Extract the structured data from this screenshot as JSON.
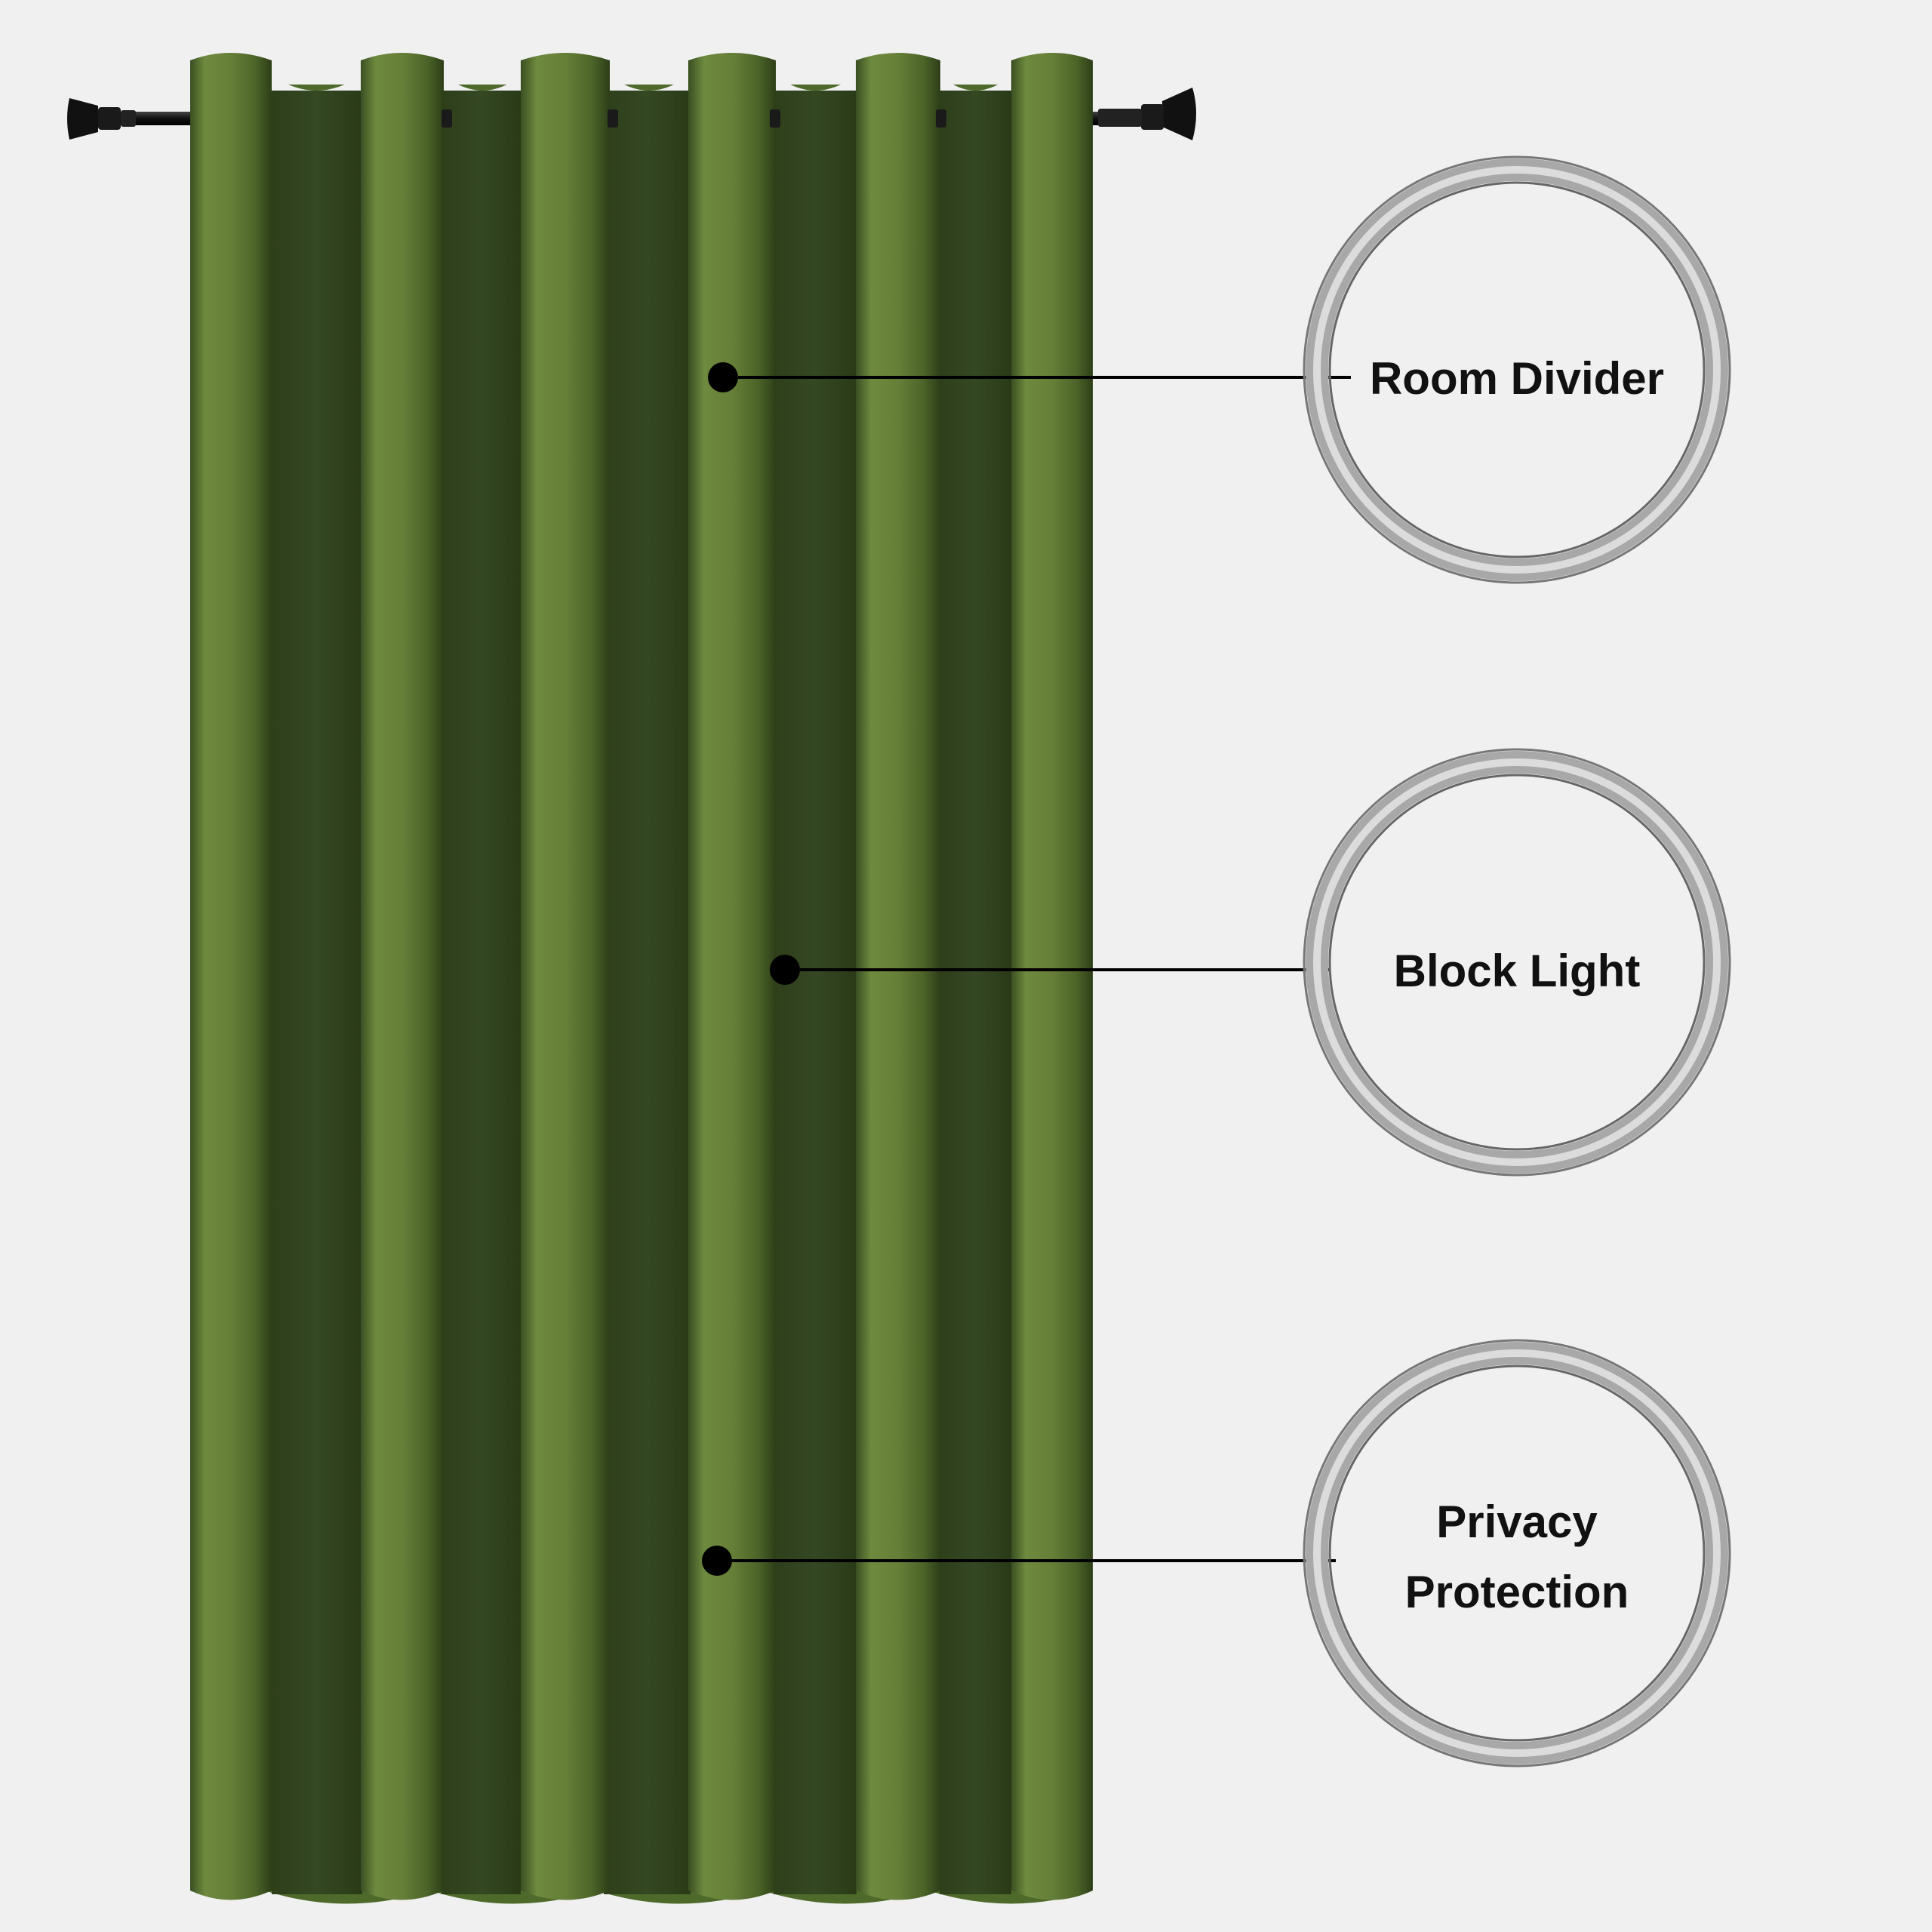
{
  "product": {
    "description": "olive green grommet curtain panel on black rod with feature callouts"
  },
  "colors": {
    "background": "#f0f0f0",
    "fabric_light": "#6e8a3e",
    "fabric_mid": "#5c7733",
    "fabric_shadow": "#2e3f1a",
    "rod": "#111111",
    "ring_silver": "#9a9a9a",
    "text": "#111111"
  },
  "callouts": [
    {
      "label": "Room Divider"
    },
    {
      "label": "Block Light"
    },
    {
      "label": "Privacy Protection",
      "lines": [
        "Privacy",
        "Protection"
      ]
    }
  ],
  "icons": [
    "curtain-rod-finial-icon",
    "grommet-icon",
    "silver-ring-icon",
    "callout-dot-icon"
  ]
}
